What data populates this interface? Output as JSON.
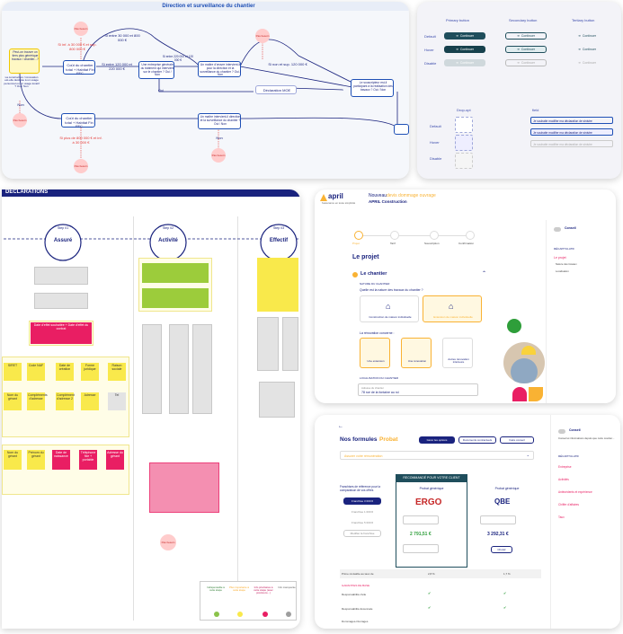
{
  "colors": {
    "navy": "#1a237e",
    "blue": "#1e4fb5",
    "teal": "#1f4e5c",
    "gold": "#f9b233",
    "green": "#8bc34a",
    "pink": "#e91e63"
  },
  "flow": {
    "title": "Direction et surveillance du chantier",
    "start_box": "Peut-on trouver un tiers plus générique travaux / chantier...?",
    "start_note": "La construction / rénovation est-elle destinée à un usage personnel ou un usage locatif ? Oui / Non",
    "non_label": "Non",
    "oui_label": "Oui",
    "red_pas_besoin": "Pas besoin",
    "cond_30": "Si entre 30 000 € et 120 000 €",
    "cond_sup_800": "Si inf. à 30 000 € et sup. 800 000 €",
    "cond_120_220": "Si entre 120 000 et 220 000 €",
    "cond_30_800": "Si entre 30 000 et 800 000 €",
    "cond_220_120": "Si entre 220 000 et 120 000 €",
    "cond_oui_120": "Si non et sup. 120 000 €",
    "cond_plus_800": "Si plus de 800 000 € et inf. à 30 000 €",
    "box_cout_1": "Coût du chantier total + Habitat Fin FFC",
    "box_entreprise": "Une entreprise générale du bâtiment qui intervient sur le chantier ? Oui / Non",
    "box_maitre": "Un maître d'œuvre intervient-il pour la direction et la surveillance du chantier ? Oui / Non",
    "box_declaration": "Déclaration MOE",
    "box_souscripteur": "Le souscripteur est-il participant à la réalisation des travaux ? Oui / Non",
    "box_cout_2": "Coût du chantier total + Habitat Fin FFC",
    "box_maitre_2": "Un maître intervient-il direction et la surveillance du chantier ? Oui / Non"
  },
  "buttons": {
    "headers": [
      "Primary button",
      "Secondary button",
      "Tertiary button"
    ],
    "rows": [
      "Default",
      "Hover",
      "Disable"
    ],
    "label": "Continuer",
    "drop_label": "Drop-opt",
    "drop_rows": [
      "Default",
      "Hover",
      "Disable"
    ],
    "field_label": "field",
    "field_text": "Je souhaite modifier ma déclaration de sinistre"
  },
  "journey": {
    "header": "DECLARATIONS",
    "steps": [
      {
        "code": "Step 01",
        "name": "Assuré"
      },
      {
        "code": "Step 02",
        "name": "Activité"
      },
      {
        "code": "Step 03",
        "name": "Effectif"
      }
    ],
    "sticky_top": "Date d'effet souhaitée + Date d'effet du contrat",
    "stickies_yellow": [
      "SIRET",
      "Code NAF",
      "Date de création",
      "Forme juridique",
      "Raison sociale"
    ],
    "stickies_yellow_2": [
      "Nom du gérant",
      "Compléments d'adresse",
      "Complément d'adresse 2",
      "Adresse",
      "Tel"
    ],
    "stickies_pink": [
      "Nom du gérant",
      "Prénom du gérant",
      "Date de naissance",
      "Téléphone fixe + portable",
      "Adresse du gérant"
    ],
    "legend": [
      "Indispensable à cette étape",
      "Plus importante à cette étape",
      "Info prioritaires à cette étape (avec précisions...)",
      "Info manquante"
    ],
    "pas_besoin": "Pas besoin"
  },
  "form": {
    "brand": "april",
    "brand_sub": "l'assurance en toute simplicité",
    "title_prefix": "Nouveau",
    "title_product": "devis dommage ouvrage",
    "subtitle": "APRIL Construction",
    "progress_steps": [
      "Projet",
      "Tarif",
      "Souscription",
      "Confirmation"
    ],
    "section_title": "Le projet",
    "block_title": "Le chantier",
    "nature_label": "NATURE DU CHANTIER",
    "nature_question": "Quelle est la nature des travaux du chantier ?",
    "option_a": "Construction de maison individuelle",
    "option_b": "Extension de maison individuelle",
    "renov_label": "La rénovation concerne :",
    "renov_opts": [
      "Une extension",
      "Une rénovation",
      "Autres rénovation intérieure"
    ],
    "localisation_label": "LOCALISATION DU CHANTIER",
    "localisation_field": "Adresse du chantier",
    "localisation_value": "78 rue de la fontaine au roi",
    "side_title": "Conseil",
    "side_recap": "RÉCAPITULATIF",
    "side_project": "Le projet",
    "side_items": [
      "Nature des travaux",
      "Localisation"
    ]
  },
  "offers": {
    "back": "←",
    "title_prefix": "Nos formules",
    "title_highlight": "Probat",
    "actions": [
      "Gérer les options",
      "Documents contractuels",
      "Faire conseil"
    ],
    "dropdown": "Assurer votre rémunération",
    "left_label": "Franchises de référence pour la comparaison de vos offres",
    "left_buttons": [
      "Franchise 3 000 €",
      "Franchise 1 000 €",
      "Franchise 5 000 €",
      "Modifier la franchise"
    ],
    "recommended": "RECOMMANDÉ POUR VOTRE CLIENT",
    "col1_title": "Probat générique",
    "col1_brand": "ERGO",
    "col1_price": "2 791,51 €",
    "col2_title": "Probat générique",
    "col2_brand": "QBE",
    "col2_price": "3 292,31 €",
    "choose": "Choisir",
    "rows": [
      "Prime révisable au taux de",
      "GARANTIES DE BASE",
      "Responsabilité civile",
      "Responsabilité décennale",
      "Dommages-Ouvrages"
    ],
    "row_rates": [
      "2,8 %",
      "1,7 %"
    ],
    "side_title": "Conseil",
    "side_text": "Conseil et informations depuis que notre courtier...",
    "side_recap": "RÉCAPITULATIF",
    "side_items": [
      "Entreprise",
      "Activités",
      "Antécédents et expérience",
      "Chiffre d'affaires",
      "Taux"
    ]
  }
}
